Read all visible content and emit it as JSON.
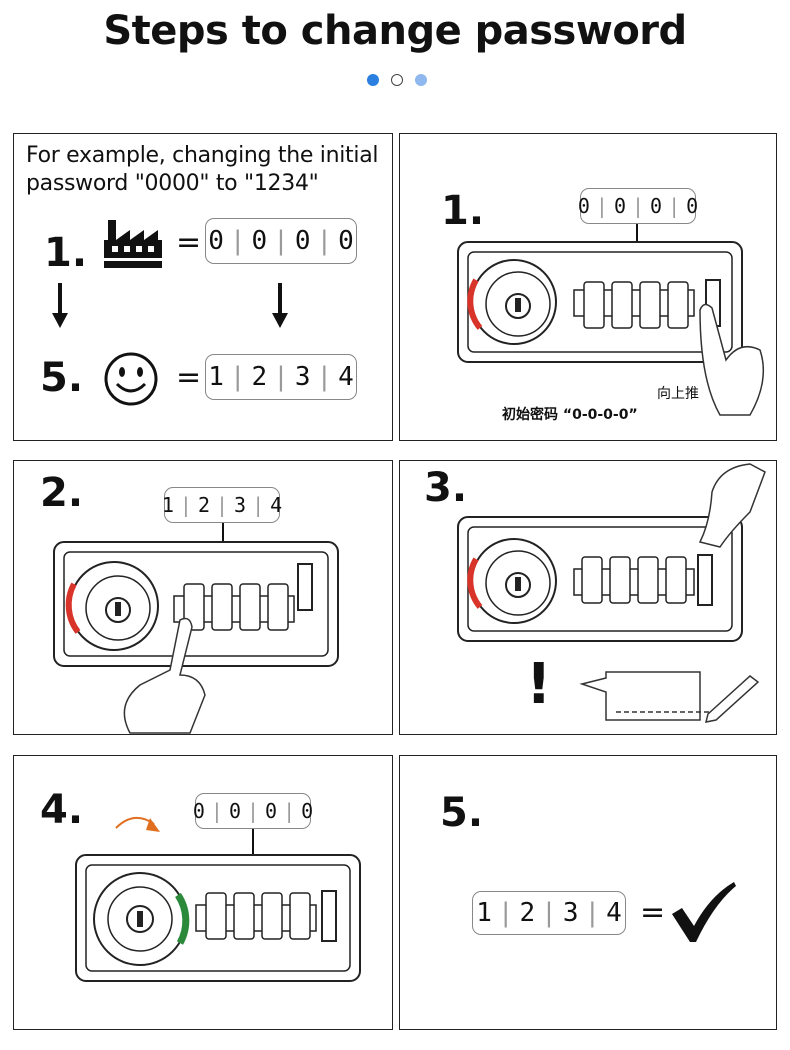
{
  "header": {
    "title": "Steps to change password",
    "pager_dots": [
      "#2a7fe0",
      "#ffffff",
      "#8fb8ee"
    ]
  },
  "intro": {
    "text_line1": "For example, changing the initial",
    "text_line2": "password \"0000\" to \"1234\"",
    "step_a": "1.",
    "step_b": "5.",
    "equals_a": "=",
    "equals_b": "=",
    "code_initial": [
      "0",
      "0",
      "0",
      "0"
    ],
    "code_new": [
      "1",
      "2",
      "3",
      "4"
    ]
  },
  "panel1": {
    "step": "1.",
    "code": [
      "0",
      "0",
      "0",
      "0"
    ],
    "push_label": "向上推",
    "initial_label": "初始密码 “0-0-0-0”"
  },
  "panel2": {
    "step": "2.",
    "code": [
      "1",
      "2",
      "3",
      "4"
    ]
  },
  "panel3": {
    "step": "3.",
    "exclaim": "!"
  },
  "panel4": {
    "step": "4.",
    "code": [
      "0",
      "0",
      "0",
      "0"
    ]
  },
  "panel5": {
    "step": "5.",
    "code": [
      "1",
      "2",
      "3",
      "4"
    ],
    "equals": "="
  },
  "colors": {
    "lock_red": "#d8342a",
    "lock_green": "#2a8a3a",
    "arrow_orange": "#e07020"
  }
}
